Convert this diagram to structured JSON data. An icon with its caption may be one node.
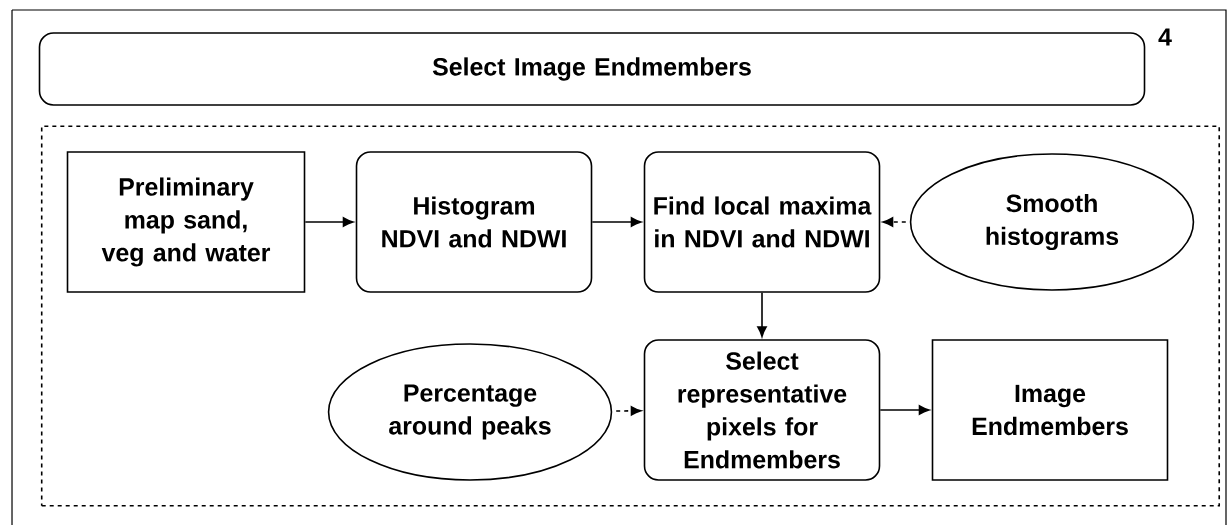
{
  "diagram": {
    "nodes": [
      {
        "text": [
          "Select Image Endmembers"
        ]
      },
      {
        "text": [],
        "shape": "box"
      },
      {
        "text": [
          "Preliminary map sand, veg and water"
        ],
        "in": 1
      },
      {
        "text": [
          "Histogram NDVI and NDWI"
        ],
        "in": 1
      },
      {
        "text": [
          "Find local maxima in NDVI and NDWI"
        ],
        "in": 1
      },
      {
        "text": [
          "Smooth histograms"
        ],
        "in": 1
      },
      {
        "text": [
          "Percentage around peaks"
        ],
        "in": 1
      },
      {
        "text": [
          "Select representative pixels for Endmembers"
        ],
        "in": 1
      },
      {
        "text": [
          "Image Endmembers"
        ],
        "in": 1
      }
    ],
    "edges": [
      {
        "from": 2,
        "to": 3,
        "arrow": "to"
      },
      {
        "from": 3,
        "to": 4,
        "arrow": "to"
      },
      {
        "from": 5,
        "to": 4,
        "arrow": "to",
        "style": "dashed"
      },
      {
        "from": 4,
        "to": 7,
        "arrow": "to"
      },
      {
        "from": 6,
        "to": 7,
        "arrow": "to",
        "style": "dashed"
      },
      {
        "from": 7,
        "to": 8,
        "arrow": "to"
      }
    ],
    "labels": [
      "4"
    ]
  }
}
